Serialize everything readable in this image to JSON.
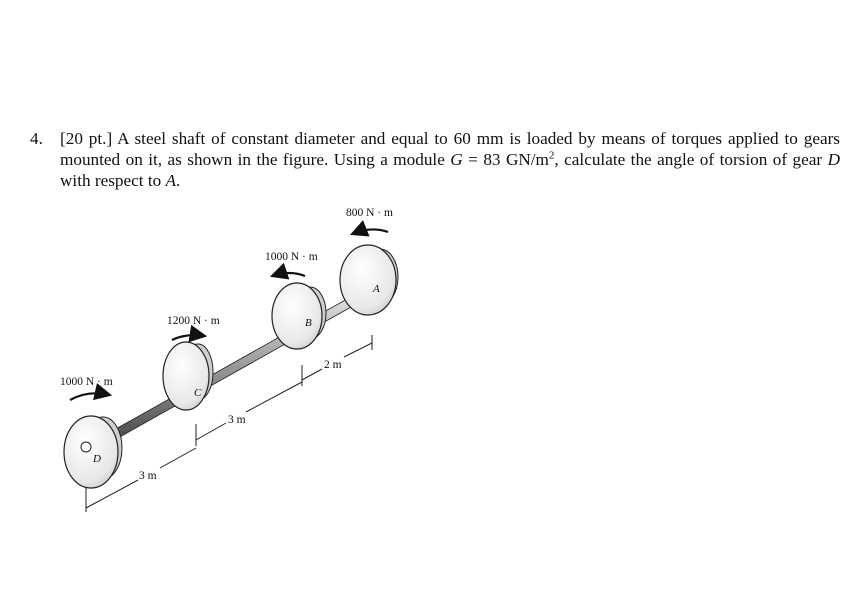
{
  "problem": {
    "number": "4.",
    "points": "[20 pt.]",
    "text_1": " A steel shaft of constant diameter and equal to 60 mm is loaded by means of torques applied to gears mounted on it, as shown in the figure. Using a module ",
    "G_symbol": "G",
    "text_2": " = 83 GN/m",
    "sup": "2",
    "text_3": ", calculate the angle of torsion of gear ",
    "gear_D": "D",
    "text_4": " with respect to ",
    "gear_A": "A",
    "text_5": "."
  },
  "figure": {
    "torque_A": "800 N · m",
    "torque_B": "1000 N · m",
    "torque_C": "1200 N · m",
    "torque_D": "1000 N · m",
    "gear_A": "A",
    "gear_B": "B",
    "gear_C": "C",
    "gear_D": "D",
    "len_AB": "2 m",
    "len_BC": "3 m",
    "len_CD": "3 m"
  }
}
